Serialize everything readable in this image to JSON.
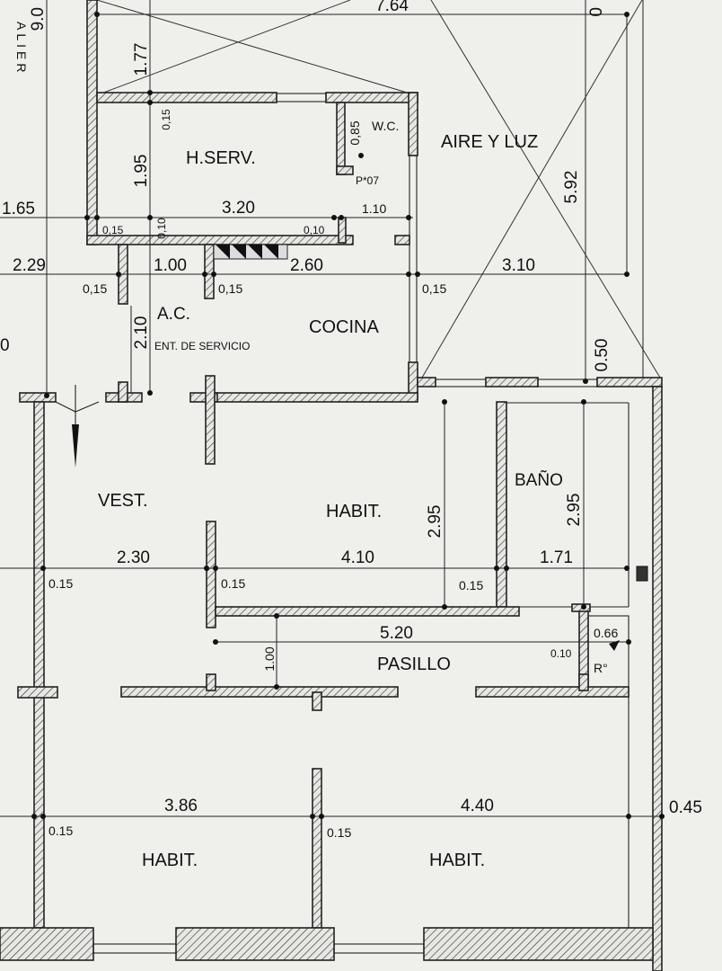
{
  "rooms": {
    "h_serv": "H.SERV.",
    "wc": "W.C.",
    "aire_luz": "AIRE Y LUZ",
    "ac": "A.C.",
    "ent_servicio": "ENT. DE SERVICIO",
    "cocina": "COCINA",
    "vest": "VEST.",
    "habit_mid": "HABIT.",
    "bano": "BAÑO",
    "pasillo": "PASILLO",
    "habit_left": "HABIT.",
    "habit_right": "HABIT.",
    "r_mark": "R°",
    "p07": "P*07",
    "side_label": "ALIER"
  },
  "dimensions": {
    "top_9": "9.0",
    "top_764": "7.64",
    "top_0": "0",
    "d177": "1.77",
    "d015_a": "0,15",
    "d085": "0,85",
    "d195": "1.95",
    "d592": "5.92",
    "d165": "1.65",
    "d320": "3.20",
    "d110": "1.10",
    "d015_b": "0,15",
    "d010_a": "0,10",
    "d010_b": "0,10",
    "d229": "2.29",
    "d100_a": "1.00",
    "d260": "2.60",
    "d310": "3.10",
    "d015_c": "0,15",
    "d015_d": "0,15",
    "d015_e": "0,15",
    "d210": "2.10",
    "d0_left": "0",
    "d050": "0.50",
    "d295_a": "2.95",
    "d295_b": "2.95",
    "d230": "2.30",
    "d410": "4.10",
    "d171": "1.71",
    "d015_f": "0.15",
    "d015_g": "0.15",
    "d015_h": "0.15",
    "d520": "5.20",
    "d066": "0.66",
    "d010_c": "0.10",
    "d100_b": "1.00",
    "d386": "3.86",
    "d440": "4.40",
    "d045": "0.45",
    "d015_i": "0.15",
    "d015_j": "0.15"
  }
}
